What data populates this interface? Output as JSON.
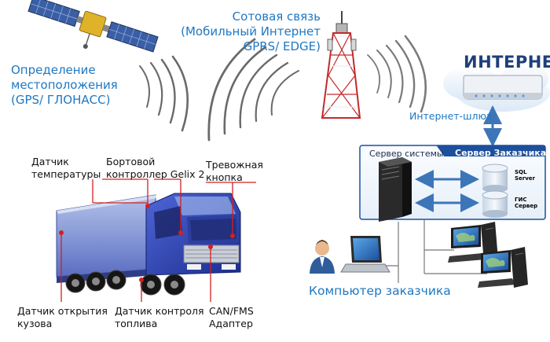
{
  "labels": {
    "gps": [
      "Определение",
      "местоположения",
      "(GPS/ ГЛОНАСС)"
    ],
    "cellular": [
      "Сотовая связь",
      "(Мобильный Интернет",
      "GPRS/ EDGE)"
    ],
    "internet": "ИНТЕРНЕТ",
    "gateway": "Интернет-шлюз",
    "system_server": "Сервер системы",
    "customer_server": "Сервер Заказчика",
    "sql_server": [
      "SQL",
      "Server"
    ],
    "gis_server": [
      "ГИС",
      "Сервер"
    ],
    "customer_computer": "Компьютер заказчика",
    "temp_sensor": [
      "Датчик",
      "температуры"
    ],
    "controller": [
      "Бортовой",
      "контроллер Gelix 2"
    ],
    "alarm_button": [
      "Тревожная",
      "кнопка"
    ],
    "body_sensor": [
      "Датчик открытия",
      "кузова"
    ],
    "fuel_sensor": [
      "Датчик контроля",
      "топлива"
    ],
    "canfms": [
      "CAN/FMS",
      "Адаптер"
    ]
  },
  "colors": {
    "accent_blue": "#1f78c2",
    "dark_navy": "#1e3f7a",
    "callout_red": "#d42020",
    "panel_blue": "#1c4f9c",
    "truck_blue": "#2f46b8"
  },
  "icons": [
    "satellite-icon",
    "cell-tower-icon",
    "router-icon",
    "server-tower-icon",
    "database-icon",
    "laptop-icon",
    "user-icon",
    "workstation-icon",
    "truck-icon"
  ]
}
